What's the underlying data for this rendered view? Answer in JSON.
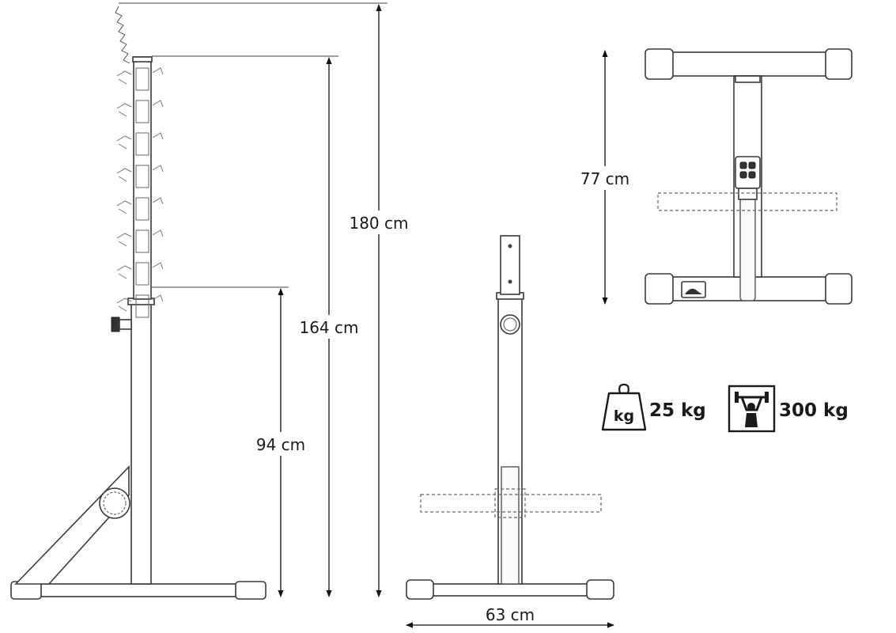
{
  "dimensions": {
    "total_height": "180 cm",
    "max_bar_height": "164 cm",
    "min_bar_height": "94 cm",
    "base_width": "63 cm",
    "base_depth": "77 cm"
  },
  "specs": {
    "weight": {
      "icon": "kg-weight-icon",
      "icon_label": "kg",
      "value": "25 kg"
    },
    "max_load": {
      "icon": "weightlifter-icon",
      "value": "300 kg"
    }
  }
}
